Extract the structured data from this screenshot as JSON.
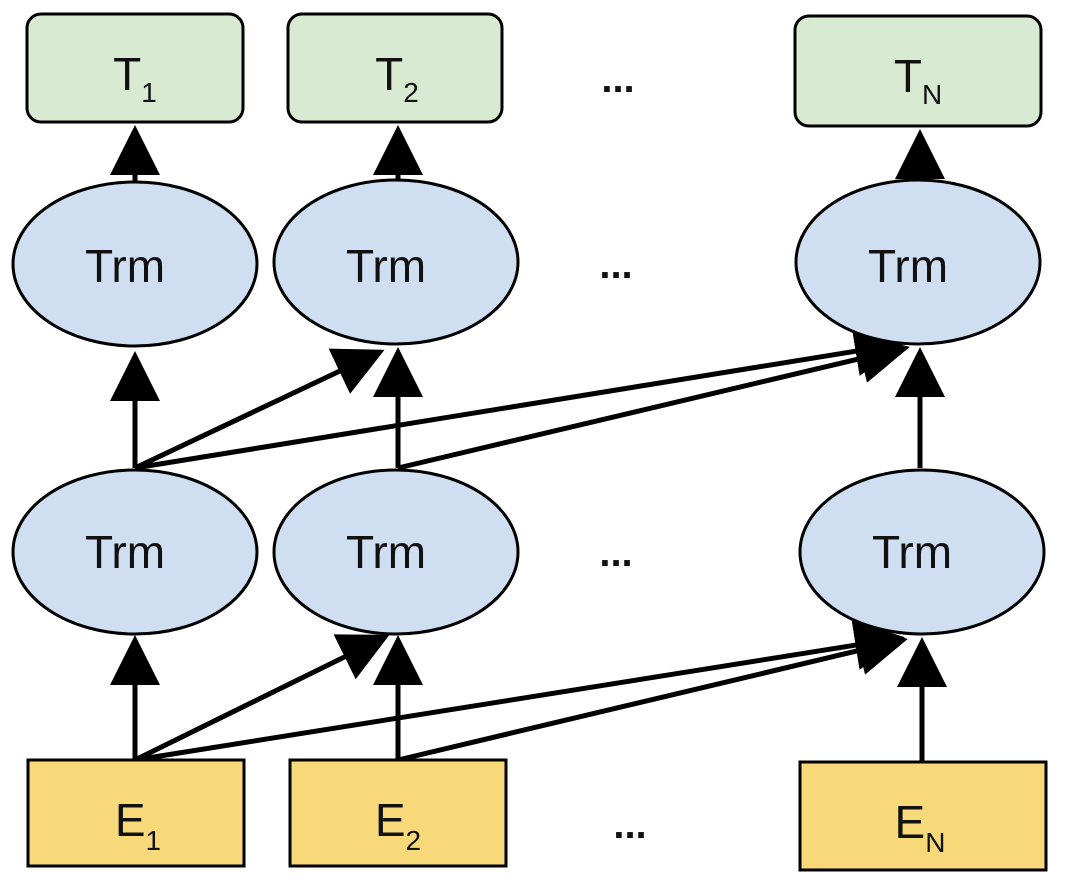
{
  "output_row": [
    {
      "letter": "T",
      "sub": "1"
    },
    {
      "letter": "T",
      "sub": "2"
    },
    {
      "letter": "T",
      "sub": "N"
    }
  ],
  "top_layer": [
    "Trm",
    "Trm",
    "Trm"
  ],
  "bottom_layer": [
    "Trm",
    "Trm",
    "Trm"
  ],
  "input_row": [
    {
      "letter": "E",
      "sub": "1"
    },
    {
      "letter": "E",
      "sub": "2"
    },
    {
      "letter": "E",
      "sub": "N"
    }
  ],
  "ellipsis": "...",
  "colors": {
    "output_fill": "#d9ead3",
    "trm_fill": "#cfdef0",
    "input_fill": "#f8d97a",
    "stroke": "#000000"
  }
}
